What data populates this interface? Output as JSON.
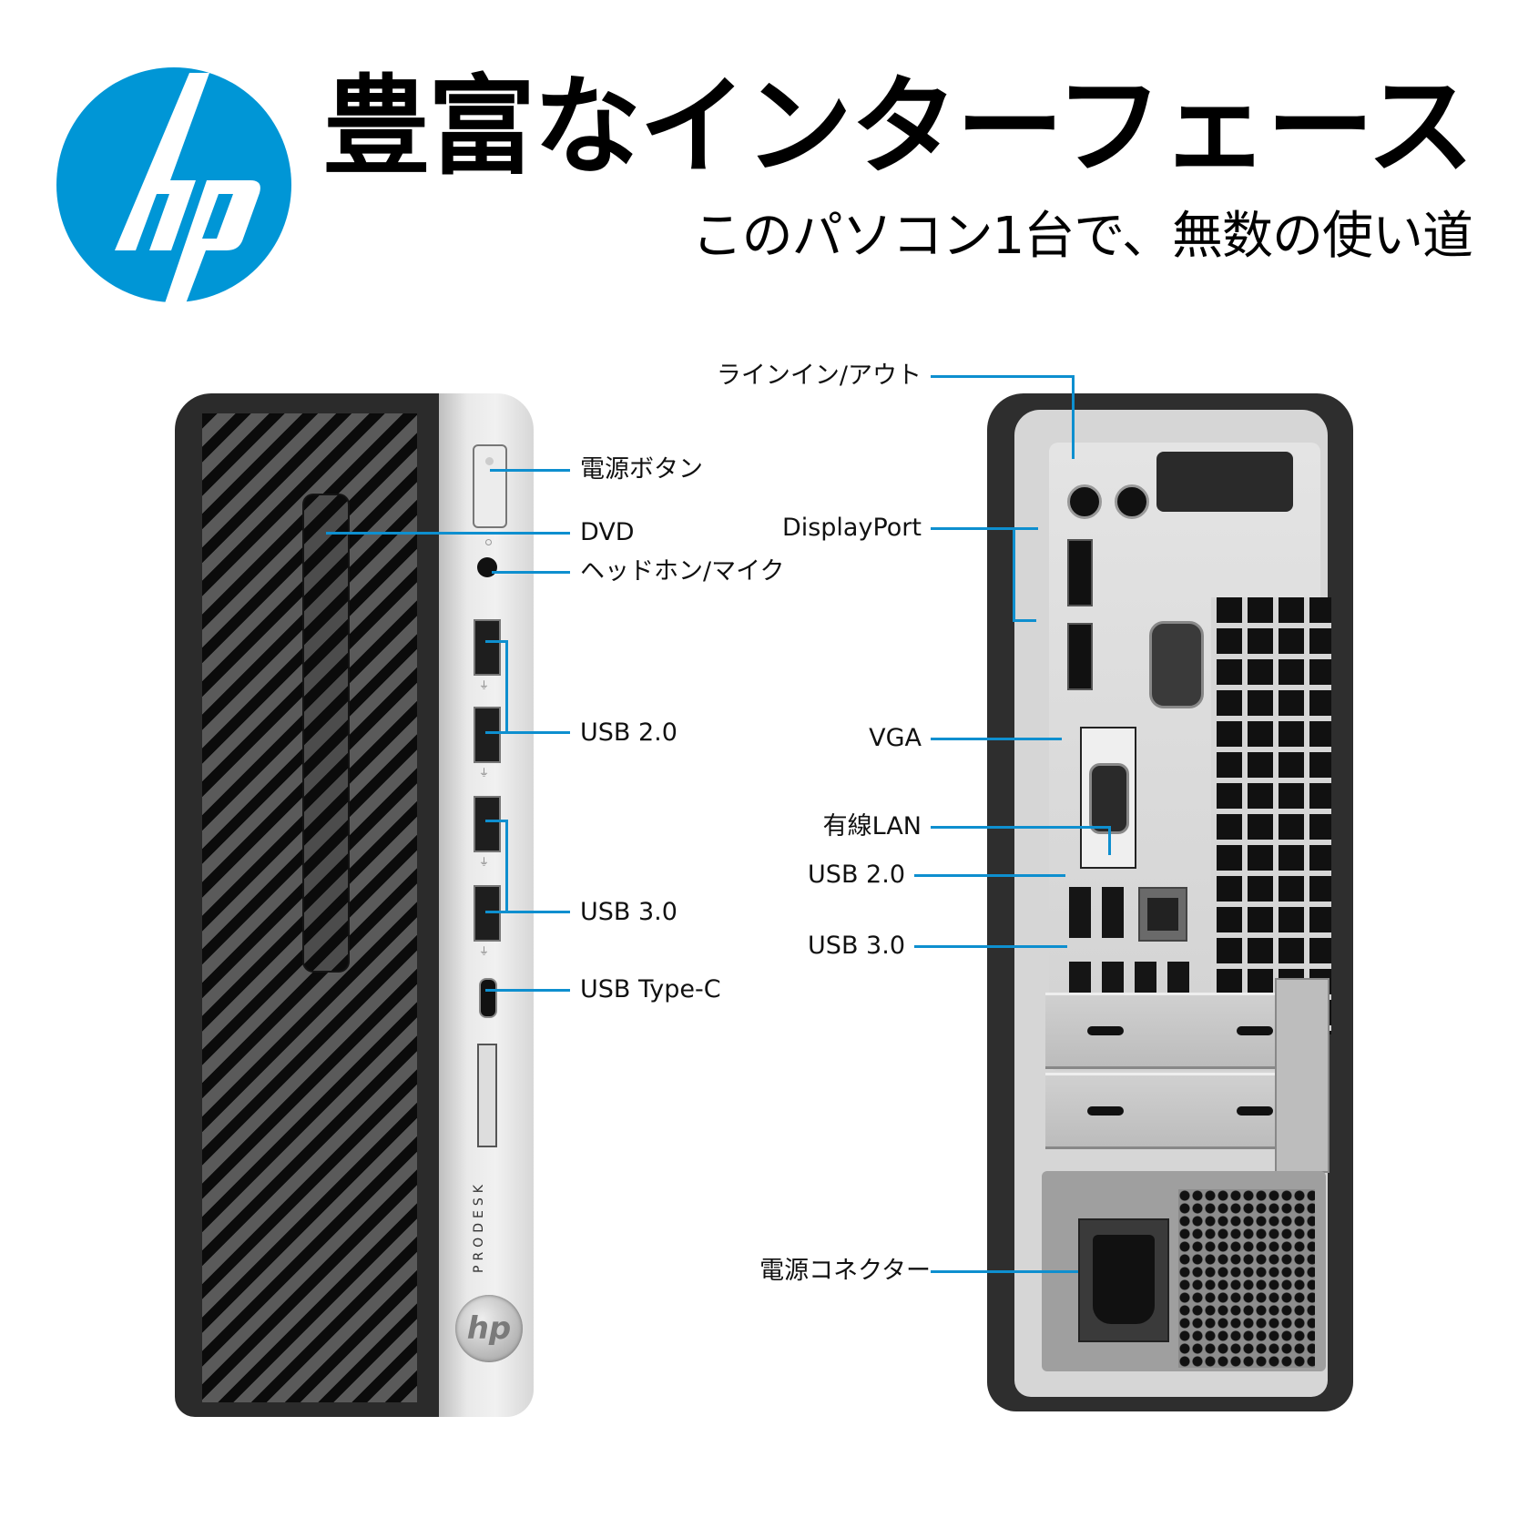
{
  "brand": {
    "logo_icon": "hp-logo-icon",
    "logo_text": "hp",
    "logo_color": "#0096d6"
  },
  "header": {
    "title": "豊富なインターフェース",
    "subtitle": "このパソコン1台で、無数の使い道"
  },
  "front_view": {
    "model_text": "PRODESK",
    "badge_text": "hp",
    "labels": {
      "power_button": "電源ボタン",
      "dvd": "DVD",
      "headphone_mic": "ヘッドホン/マイク",
      "usb20": "USB 2.0",
      "usb30": "USB 3.0",
      "usb_c": "USB Type-C"
    }
  },
  "rear_view": {
    "labels": {
      "line_in_out": "ラインイン/アウト",
      "displayport": "DisplayPort",
      "vga": "VGA",
      "lan": "有線LAN",
      "usb20": "USB 2.0",
      "usb30": "USB 3.0",
      "power_connector": "電源コネクター"
    }
  },
  "colors": {
    "leader_line": "#0e8fcf",
    "chassis_dark": "#2b2b2b",
    "panel_silver": "#e9e9e9"
  }
}
